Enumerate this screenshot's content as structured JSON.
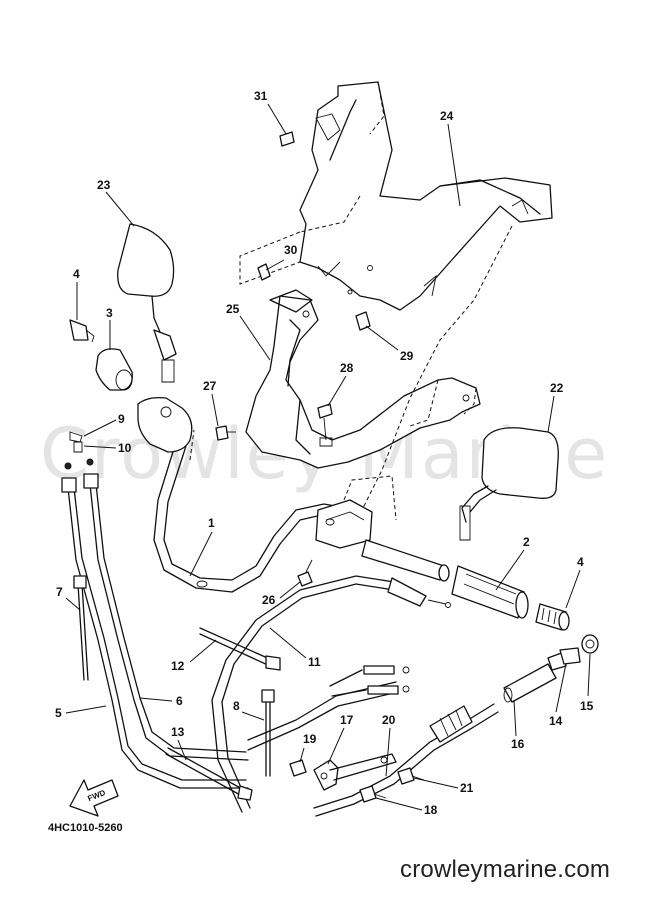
{
  "diagram": {
    "drawing_code": "4HC1010-5260",
    "watermark": "Crowley Marine",
    "site": "crowleymarine.com",
    "fwd_label": "FWD",
    "callouts": [
      "1",
      "2",
      "3",
      "4",
      "4",
      "5",
      "6",
      "7",
      "8",
      "9",
      "10",
      "11",
      "12",
      "13",
      "14",
      "15",
      "16",
      "17",
      "18",
      "19",
      "20",
      "21",
      "22",
      "23",
      "24",
      "25",
      "26",
      "27",
      "28",
      "29",
      "30",
      "31"
    ]
  }
}
